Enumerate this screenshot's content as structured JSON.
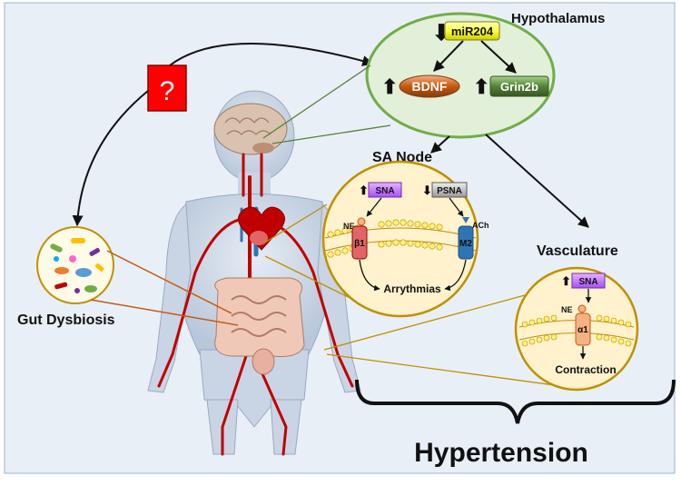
{
  "labels": {
    "hypothalamus": "Hypothalamus",
    "mir204": "miR204",
    "bdnf": "BDNF",
    "grin2b": "Grin2b",
    "sa_node": "SA Node",
    "sna": "SNA",
    "psna": "PSNA",
    "ne": "NE",
    "ach": "ACh",
    "beta1": "β1",
    "m2": "M2",
    "arrhythmias": "Arrythmias",
    "vasculature": "Vasculature",
    "sna_vasc": "SNA",
    "ne_vasc": "NE",
    "alpha1": "α1",
    "contraction": "Contraction",
    "gut_dysbiosis": "Gut Dysbiosis",
    "question": "?",
    "hypertension": "Hypertension"
  },
  "colors": {
    "background": "#e9eff7",
    "hypothalamus_fill": "#e2efd9",
    "hypothalamus_stroke": "#70ad47",
    "mir204": "#ffff66",
    "bdnf": "#c55a11",
    "grin2b": "#548235",
    "question_box": "#ff0000",
    "sna_box": "#cc66ff",
    "psna_box": "#bfbfbf",
    "circle_fill": "#fff2cc",
    "circle_stroke": "#bf9000",
    "beta1_receptor": "#e06666",
    "m2_receptor": "#2e75b6",
    "alpha1_receptor": "#f4b183"
  }
}
